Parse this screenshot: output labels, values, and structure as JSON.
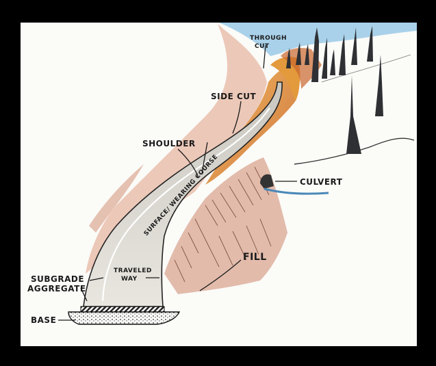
{
  "labels": {
    "through_cut_line1": "THROUGH",
    "through_cut_line2": "CUT",
    "side_cut": "SIDE CUT",
    "shoulder": "SHOULDER",
    "surface_wearing_course": "SURFACE/ WEARING COURSE",
    "culvert": "CULVERT",
    "fill": "FILL",
    "traveled_way_line1": "TRAVELED",
    "traveled_way_line2": "WAY",
    "subgrade_line1": "SUBGRADE",
    "subgrade_line2": "AGGREGATE",
    "base": "BASE"
  },
  "colors": {
    "sky": "#8ec3e6",
    "tree": "#2e3033",
    "orange_cut": "#e39a3c",
    "red_earth": "#b4523b",
    "road": "#dedcd5",
    "culvert_water": "#4a88b8"
  }
}
